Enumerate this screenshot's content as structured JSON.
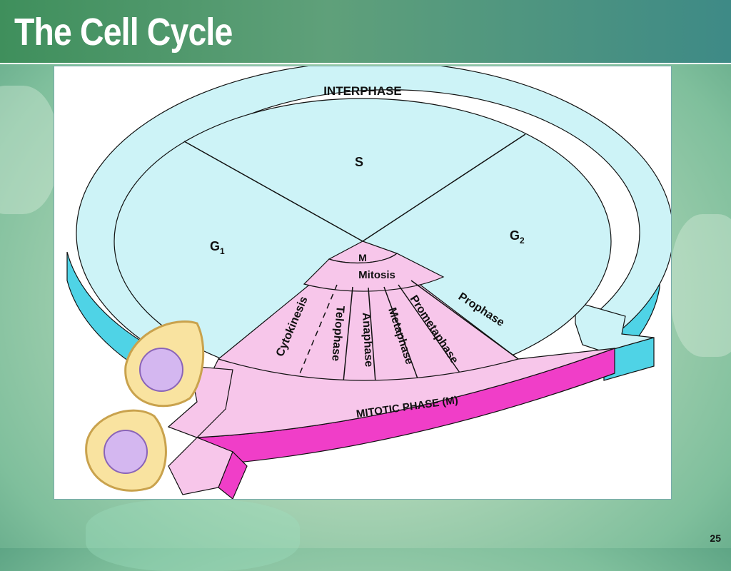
{
  "slide": {
    "title": "The Cell Cycle",
    "number": "25"
  },
  "diagram": {
    "interphase_label": "INTERPHASE",
    "s_label": "S",
    "g1_label": "G",
    "g1_sub": "1",
    "g2_label": "G",
    "g2_sub": "2",
    "m_label": "M",
    "mitosis_label": "Mitosis",
    "mitotic_phase_label": "MITOTIC PHASE (M)",
    "stages": [
      "Prophase",
      "Prometaphase",
      "Metaphase",
      "Anaphase",
      "Telophase",
      "Cytokinesis"
    ]
  },
  "colors": {
    "interphase_fill": "#cdf3f7",
    "interphase_side": "#4fd3e6",
    "mitotic_fill": "#f7c6ea",
    "mitotic_side": "#f03ec8",
    "cell_body": "#f9e3a0",
    "nucleus": "#d4b7f0"
  }
}
